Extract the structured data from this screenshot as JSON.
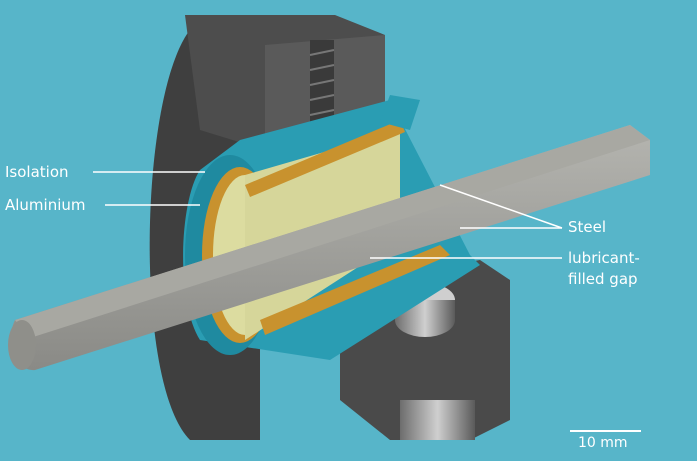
{
  "labels": {
    "isolation": "Isolation",
    "aluminium": "Aluminium",
    "steel": "Steel",
    "lubricant_line1": "lubricant-",
    "lubricant_line2": "filled gap"
  },
  "scale_bar": {
    "label": "10 mm"
  },
  "colors": {
    "background": "#57b5c9",
    "housing": "#4a4a4a",
    "isolation": "#2a9db3",
    "aluminium": "#c8922e",
    "insert": "#dcdca0",
    "steel": "#9a9a9a"
  }
}
